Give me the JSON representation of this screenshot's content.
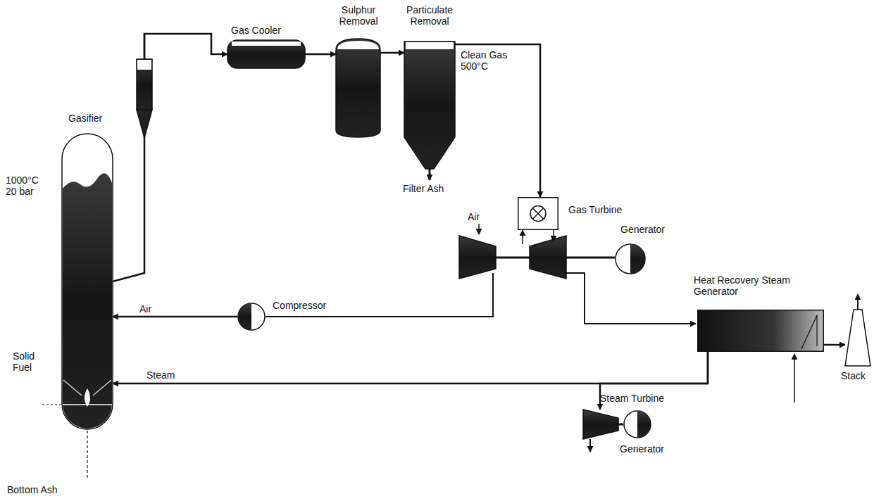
{
  "diagram": {
    "nodes": [
      {
        "text": [
          "Gasifier",
          "1000°C 20 bar"
        ]
      },
      {
        "text": [
          "Gas Cooler"
        ]
      },
      {
        "text": [
          "Sulphur Removal"
        ]
      },
      {
        "text": [
          "Particulate Removal"
        ]
      },
      {
        "text": [
          "Gas Turbine"
        ]
      },
      {
        "text": [
          "Generator"
        ]
      },
      {
        "text": [
          "Compressor"
        ]
      },
      {
        "text": [
          "Heat Recovery Steam Generator"
        ]
      },
      {
        "text": [
          "Stack"
        ]
      },
      {
        "text": [
          "Steam Turbine"
        ]
      },
      {
        "text": [
          "Generator"
        ]
      }
    ],
    "edges": [
      {
        "from": 0,
        "to": 1,
        "arrow": "to"
      },
      {
        "from": 1,
        "to": 2,
        "arrow": "to"
      },
      {
        "from": 2,
        "to": 3,
        "arrow": "to"
      },
      {
        "from": 3,
        "to": 4,
        "label": "Clean Gas 500°C",
        "arrow": "to"
      },
      {
        "from": 6,
        "to": 0,
        "label": "Air",
        "arrow": "to"
      },
      {
        "from": 7,
        "to": 0,
        "label": "Steam",
        "arrow": "to"
      },
      {
        "from": 7,
        "to": 8,
        "arrow": "to"
      },
      {
        "from": 7,
        "to": 9,
        "arrow": "to"
      }
    ],
    "labels": [
      "Air",
      "Solid Fuel",
      "Filter Ash",
      "Bottom Ash"
    ]
  }
}
